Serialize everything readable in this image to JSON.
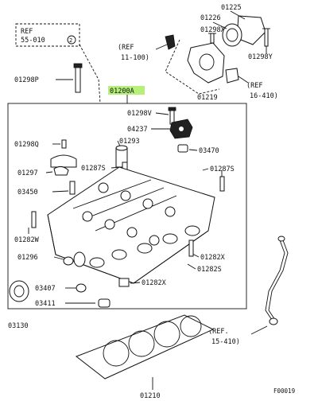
{
  "labels": {
    "ref_55": "REF",
    "ref_55_num": "55-010",
    "ref_55_circle": "2",
    "ref_11": "(REF",
    "ref_11_num": "11-100)",
    "ref_16": "(REF",
    "ref_16_num": "16-410)",
    "ref_15": "(REF.",
    "ref_15_num": "15-410)",
    "p_01225": "01225",
    "p_01226": "01226",
    "p_01298X": "01298X",
    "p_01298Y": "01298Y",
    "p_01219": "01219",
    "p_01298P": "01298P",
    "p_01200A": "01200A",
    "p_01298V": "01298V",
    "p_04237": "04237",
    "p_01293": "01293",
    "p_03470": "03470",
    "p_01298Q": "01298Q",
    "p_01287S_a": "01287S",
    "p_01287S_b": "01287S",
    "p_01297": "01297",
    "p_03450": "03450",
    "p_01282W": "01282W",
    "p_01282X_a": "01282X",
    "p_01282X_b": "01282X",
    "p_01282S": "01282S",
    "p_01296": "01296",
    "p_03407": "03407",
    "p_03411": "03411",
    "p_03130": "03130",
    "p_01210": "01210",
    "figure_id": "F00019"
  },
  "colors": {
    "highlight": "#b6f07a",
    "line": "#111111"
  }
}
